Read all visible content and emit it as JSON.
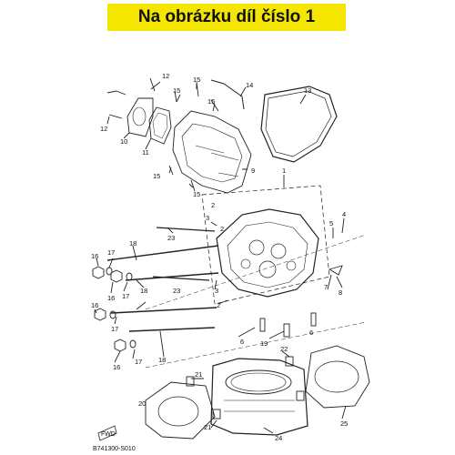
{
  "banner": {
    "text": "Na obrázku díl číslo 1"
  },
  "figure_code": "B741300-S010",
  "fwd_marker": "FWD",
  "parts": [
    {
      "id": "callout-12a",
      "num": "12"
    },
    {
      "id": "callout-12b",
      "num": "12"
    },
    {
      "id": "callout-10",
      "num": "10"
    },
    {
      "id": "callout-11",
      "num": "11"
    },
    {
      "id": "callout-15a",
      "num": "15"
    },
    {
      "id": "callout-15b",
      "num": "15"
    },
    {
      "id": "callout-15c",
      "num": "15"
    },
    {
      "id": "callout-15d",
      "num": "15"
    },
    {
      "id": "callout-15e",
      "num": "15"
    },
    {
      "id": "callout-14",
      "num": "14"
    },
    {
      "id": "callout-13",
      "num": "13"
    },
    {
      "id": "callout-9",
      "num": "9"
    },
    {
      "id": "callout-1",
      "num": "1"
    },
    {
      "id": "callout-23a",
      "num": "23"
    },
    {
      "id": "callout-23b",
      "num": "23"
    },
    {
      "id": "callout-3a",
      "num": "3"
    },
    {
      "id": "callout-3b",
      "num": "3"
    },
    {
      "id": "callout-2a",
      "num": "2"
    },
    {
      "id": "callout-2b",
      "num": "2"
    },
    {
      "id": "callout-2c",
      "num": "2"
    },
    {
      "id": "callout-5",
      "num": "5"
    },
    {
      "id": "callout-4",
      "num": "4"
    },
    {
      "id": "callout-7",
      "num": "7"
    },
    {
      "id": "callout-8",
      "num": "8"
    },
    {
      "id": "callout-16a",
      "num": "16"
    },
    {
      "id": "callout-16b",
      "num": "16"
    },
    {
      "id": "callout-16c",
      "num": "16"
    },
    {
      "id": "callout-16d",
      "num": "16"
    },
    {
      "id": "callout-17a",
      "num": "17"
    },
    {
      "id": "callout-17b",
      "num": "17"
    },
    {
      "id": "callout-17c",
      "num": "17"
    },
    {
      "id": "callout-17d",
      "num": "17"
    },
    {
      "id": "callout-18a",
      "num": "18"
    },
    {
      "id": "callout-18b",
      "num": "18"
    },
    {
      "id": "callout-18c",
      "num": "18"
    },
    {
      "id": "callout-6a",
      "num": "6"
    },
    {
      "id": "callout-6b",
      "num": "6"
    },
    {
      "id": "callout-19",
      "num": "19"
    },
    {
      "id": "callout-22",
      "num": "22"
    },
    {
      "id": "callout-21a",
      "num": "21"
    },
    {
      "id": "callout-21b",
      "num": "21"
    },
    {
      "id": "callout-20",
      "num": "20"
    },
    {
      "id": "callout-24",
      "num": "24"
    },
    {
      "id": "callout-25",
      "num": "25"
    }
  ]
}
